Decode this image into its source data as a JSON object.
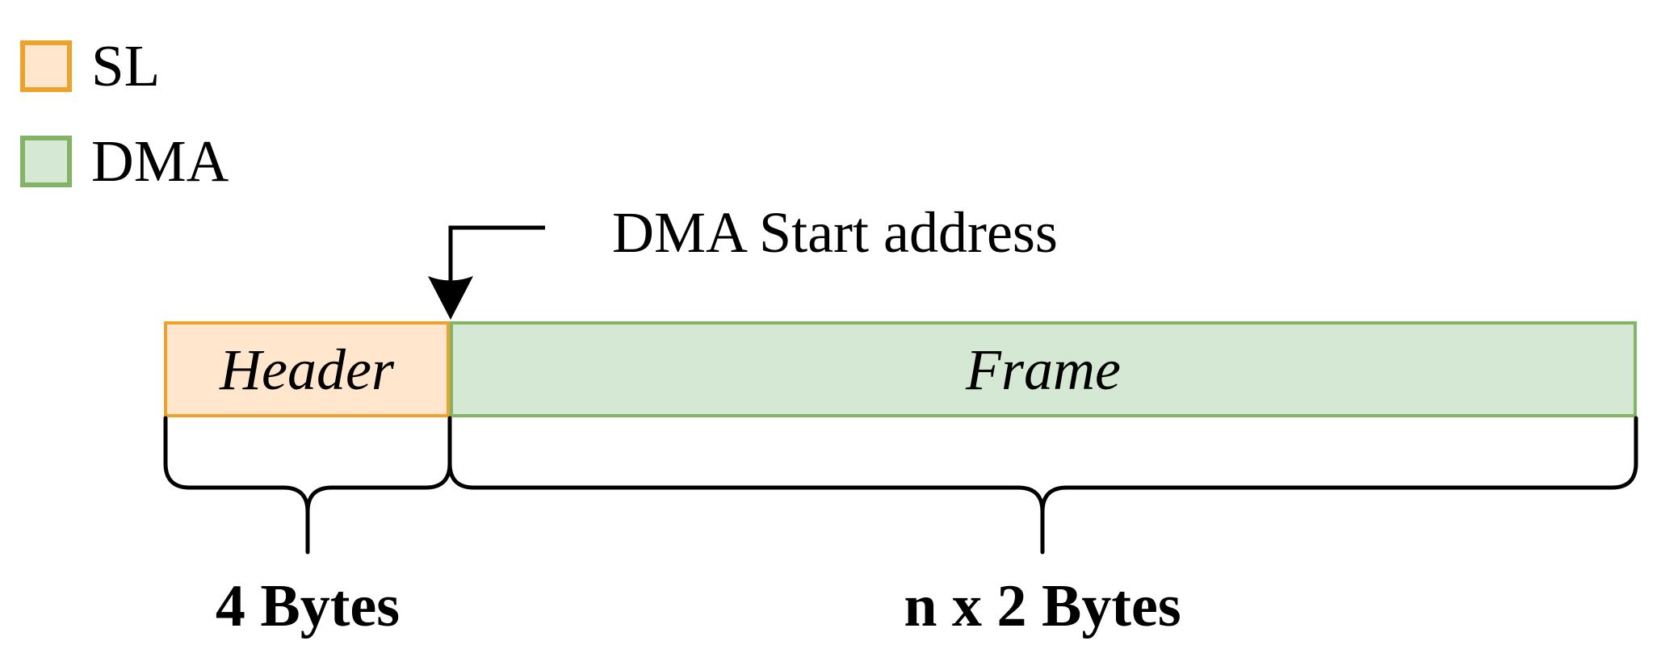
{
  "diagram": {
    "legend": {
      "items": [
        {
          "label": "SL",
          "fill": "#FFE6CC",
          "stroke": "#EDA32B"
        },
        {
          "label": "DMA",
          "fill": "#D5E8D4",
          "stroke": "#82B366"
        }
      ]
    },
    "annotation": {
      "dma_start_label": "DMA Start address"
    },
    "bar": {
      "segments": [
        {
          "label": "Header",
          "size_label": "4 Bytes",
          "fill": "#FFE6CC",
          "stroke": "#EDA32B"
        },
        {
          "label": "Frame",
          "size_label": "n x 2 Bytes",
          "fill": "#D5E8D4",
          "stroke": "#82B366"
        }
      ]
    },
    "colors": {
      "background": "#FFFFFF",
      "line": "#000000",
      "text": "#000000"
    }
  }
}
